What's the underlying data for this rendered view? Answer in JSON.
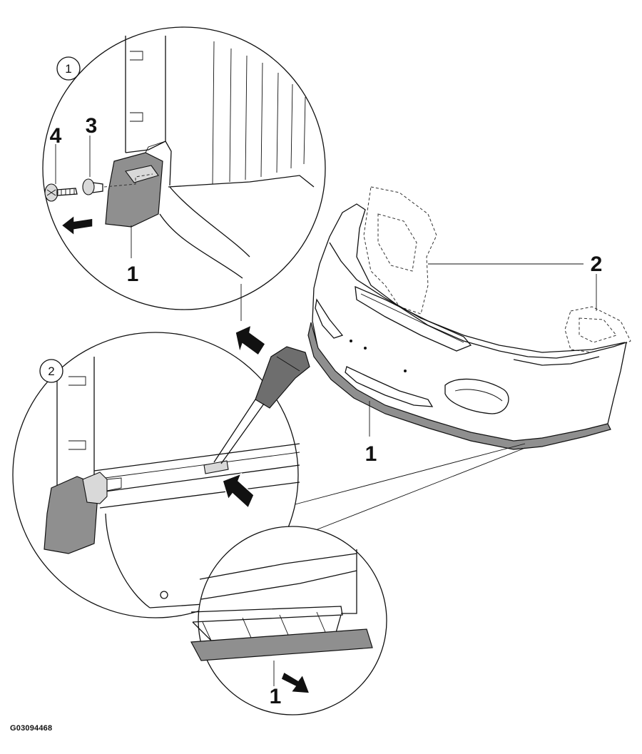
{
  "figure_id": "G03094468",
  "detail_markers": {
    "detail_1": "1",
    "detail_2": "2"
  },
  "callouts": {
    "detail1_screw": "4",
    "detail1_clip": "3",
    "detail1_spoiler": "1",
    "bumper_brackets": "2",
    "bumper_spoiler": "1",
    "detail3_spoiler": "1"
  }
}
